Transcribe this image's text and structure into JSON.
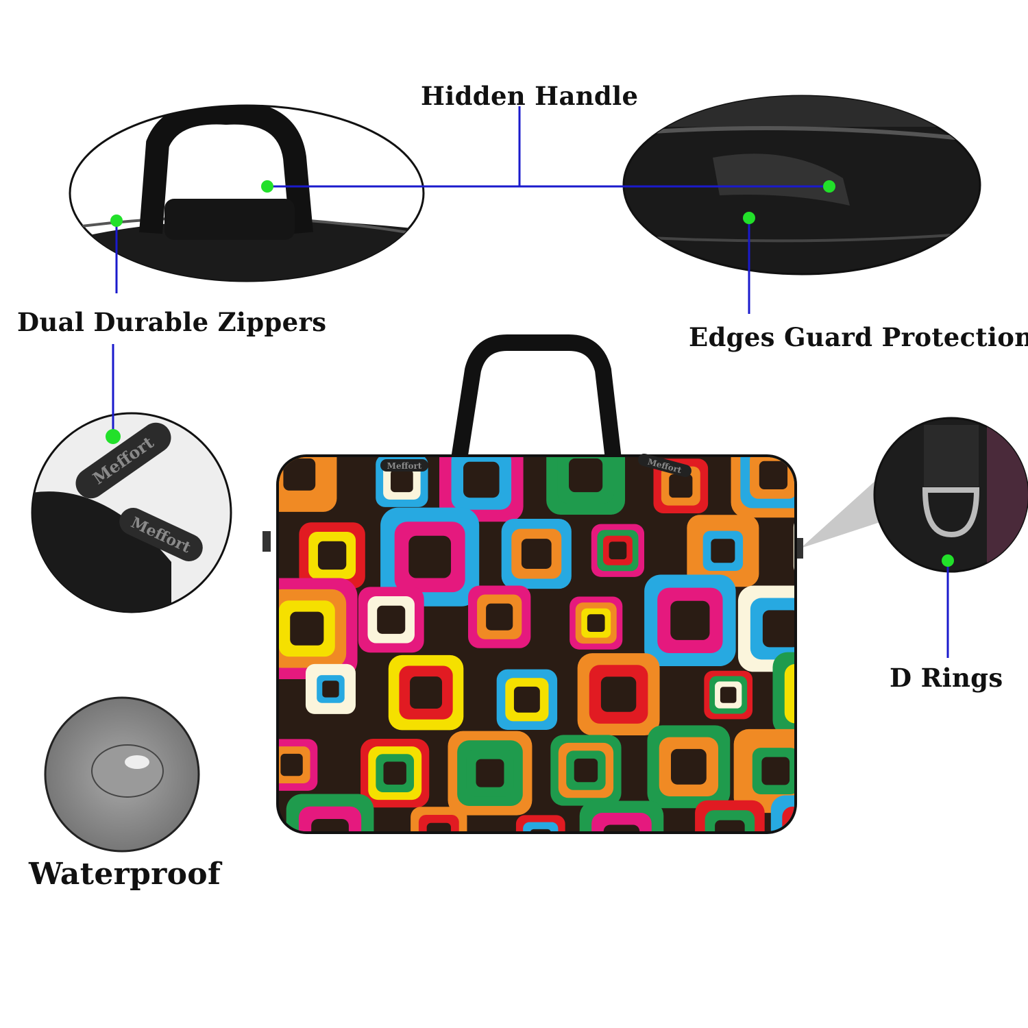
{
  "features": {
    "hidden_handle": "Hidden Handle",
    "dual_zippers": "Dual Durable Zippers",
    "edges_guard": "Edges Guard Protection",
    "d_rings": "D Rings",
    "waterproof": "Waterproof"
  },
  "brand_logo_text": "Meffort",
  "colors": {
    "callout_line": "#1a1acc",
    "callout_dot": "#22e02a",
    "bag_background": "#2a1c14",
    "pattern": [
      "#f5e000",
      "#27a9e1",
      "#e11b22",
      "#f08a24",
      "#e5197e",
      "#fbf5dc",
      "#1f9b4d"
    ]
  }
}
